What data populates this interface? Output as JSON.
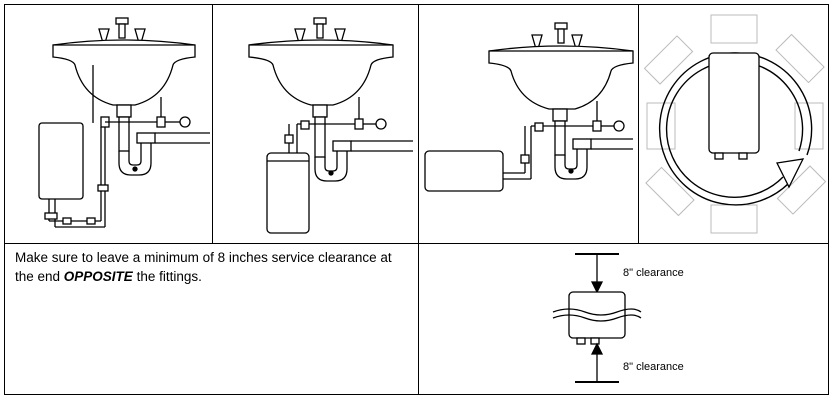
{
  "note": {
    "text_before": "Make sure to leave a minimum of 8 inches service clearance at the end ",
    "emphasis": "OPPOSITE",
    "text_after": " the fittings."
  },
  "clearance_diagram": {
    "top_label": "8\" clearance",
    "bottom_label": "8\" clearance"
  }
}
